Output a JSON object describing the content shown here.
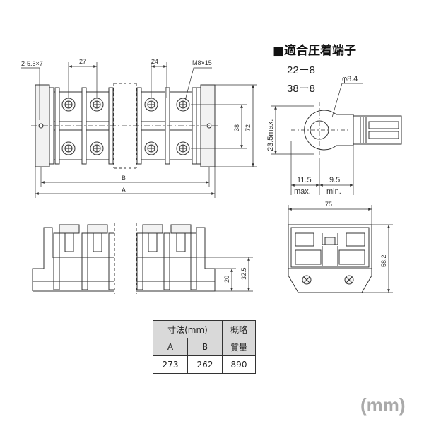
{
  "top_view": {
    "dim_hole": "2-5.5×7",
    "dim_pitch_left": "27",
    "dim_pitch_right": "24",
    "dim_screw": "M8×15",
    "dim_38": "38",
    "dim_72": "72",
    "dim_B": "B",
    "dim_A": "A"
  },
  "lug": {
    "heading": "■適合圧着端子",
    "size_1": "22ー8",
    "size_2": "38ー8",
    "dim_dia": "φ8.4",
    "dim_height": "23.5max.",
    "dim_11_5": "11.5",
    "dim_max": "max.",
    "dim_9_5": "9.5",
    "dim_min": "min."
  },
  "front_view": {
    "dim_20": "20",
    "dim_32_5": "32.5"
  },
  "side_view": {
    "dim_75": "75",
    "dim_58_2": "58.2"
  },
  "table": {
    "header_dims": "寸法(mm)",
    "header_mass_1": "概略",
    "header_mass_2": "質量",
    "col_a": "A",
    "col_b": "B",
    "val_a": "273",
    "val_b": "262",
    "val_mass": "890"
  },
  "unit_label": "(mm)"
}
